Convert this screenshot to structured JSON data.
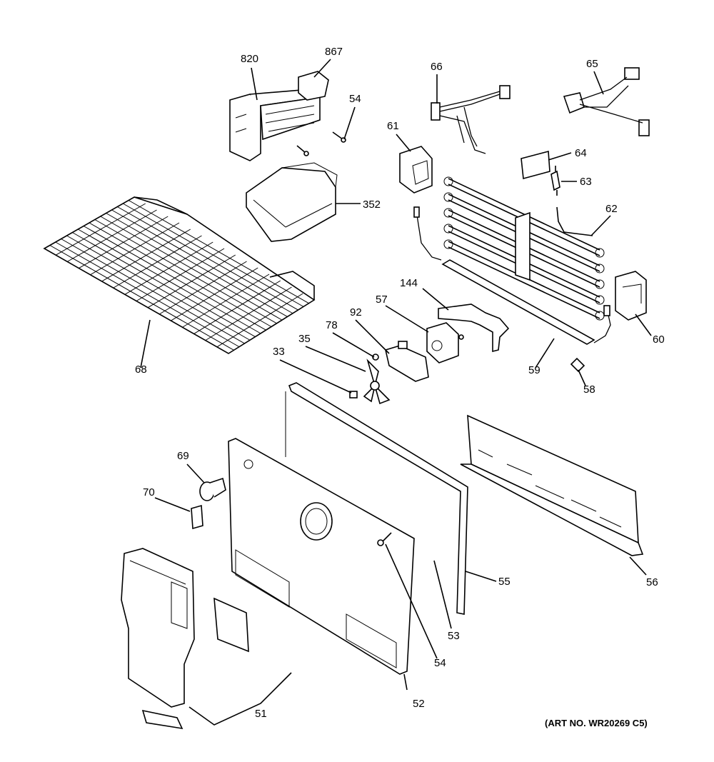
{
  "diagram": {
    "art_number": "(ART NO. WR20269 C5)",
    "callouts": [
      "820",
      "867",
      "54",
      "66",
      "65",
      "61",
      "64",
      "63",
      "352",
      "62",
      "68",
      "144",
      "57",
      "92",
      "78",
      "35",
      "33",
      "60",
      "59",
      "58",
      "69",
      "70",
      "55",
      "56",
      "53",
      "54",
      "51",
      "52"
    ]
  }
}
